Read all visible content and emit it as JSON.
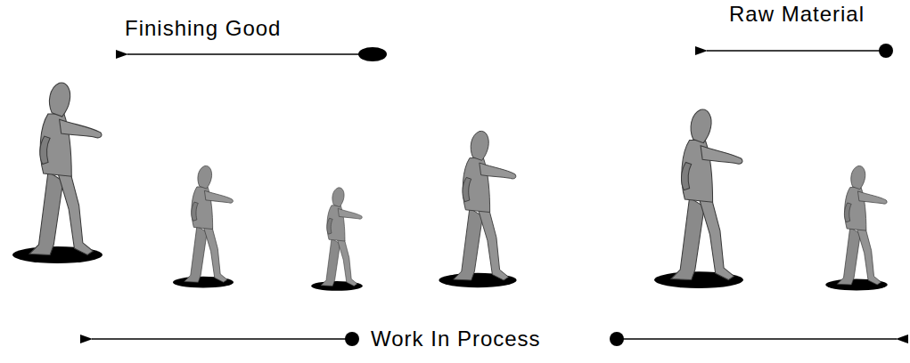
{
  "diagram": {
    "labels": [
      "Finishing Good",
      "Raw Material",
      "Work In Process"
    ]
  }
}
